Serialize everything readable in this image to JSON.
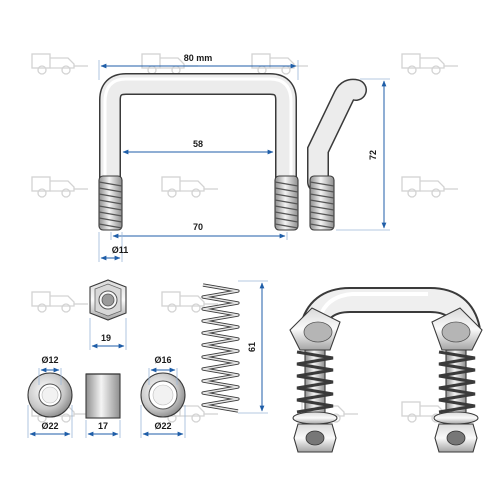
{
  "dimensions": {
    "ubolt_width": "80 mm",
    "ubolt_inner_top": "58",
    "ubolt_inner_bottom": "70",
    "ubolt_thread_dia": "Ø11",
    "ubolt_height": "72",
    "nut_width": "19",
    "washer_inner_left": "Ø12",
    "washer_outer_left": "Ø22",
    "sleeve_length": "17",
    "washer_inner_right": "Ø16",
    "washer_outer_right": "Ø22",
    "spring_length": "61"
  },
  "colors": {
    "dimension_line": "#1f5ea8",
    "steel_light": "#f4f4f4",
    "steel_dark": "#8e8e8e",
    "watermark": "#d3d3d3"
  },
  "icons": {
    "watermark": "trailer-watermark-icon",
    "arrow": "dimension-arrow-icon"
  }
}
